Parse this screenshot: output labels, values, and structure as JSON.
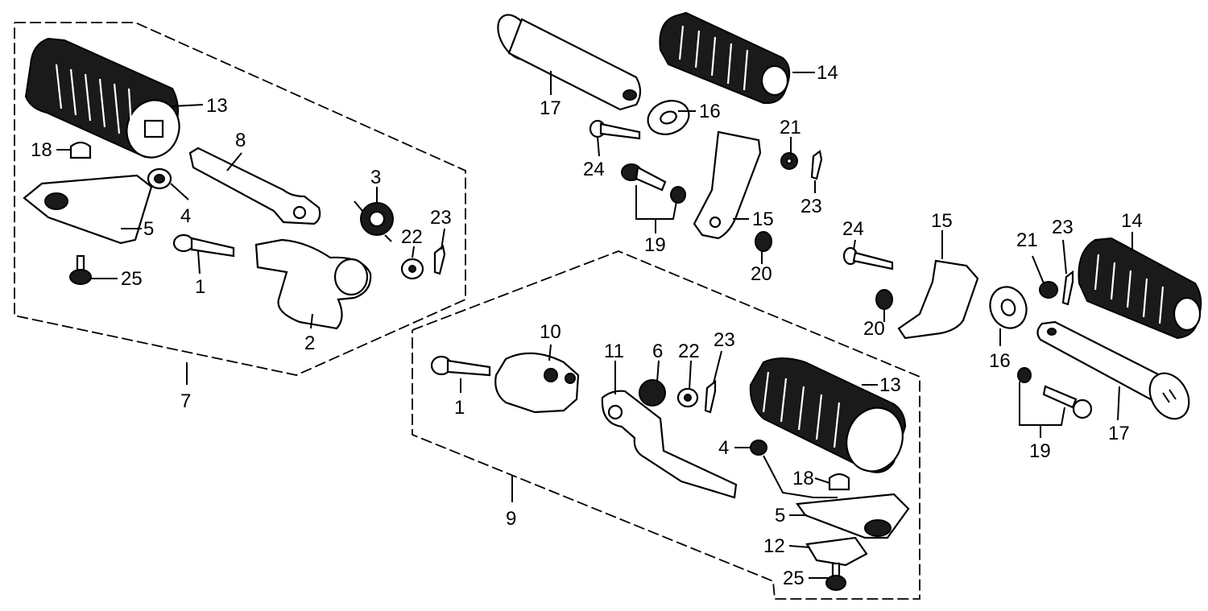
{
  "labels": {
    "l1a": "1",
    "l1b": "1",
    "l2": "2",
    "l3": "3",
    "l4a": "4",
    "l4b": "4",
    "l5a": "5",
    "l5b": "5",
    "l6": "6",
    "l7": "7",
    "l8": "8",
    "l9": "9",
    "l10": "10",
    "l11": "11",
    "l12": "12",
    "l13a": "13",
    "l13b": "13",
    "l14a": "14",
    "l14b": "14",
    "l15a": "15",
    "l15b": "15",
    "l16a": "16",
    "l16b": "16",
    "l17a": "17",
    "l17b": "17",
    "l18a": "18",
    "l18b": "18",
    "l19a": "19",
    "l19b": "19",
    "l20a": "20",
    "l20b": "20",
    "l21a": "21",
    "l21b": "21",
    "l22a": "22",
    "l22b": "22",
    "l23a": "23",
    "l23b": "23",
    "l23c": "23",
    "l24a": "24",
    "l24b": "24",
    "l25a": "25",
    "l25b": "25"
  }
}
